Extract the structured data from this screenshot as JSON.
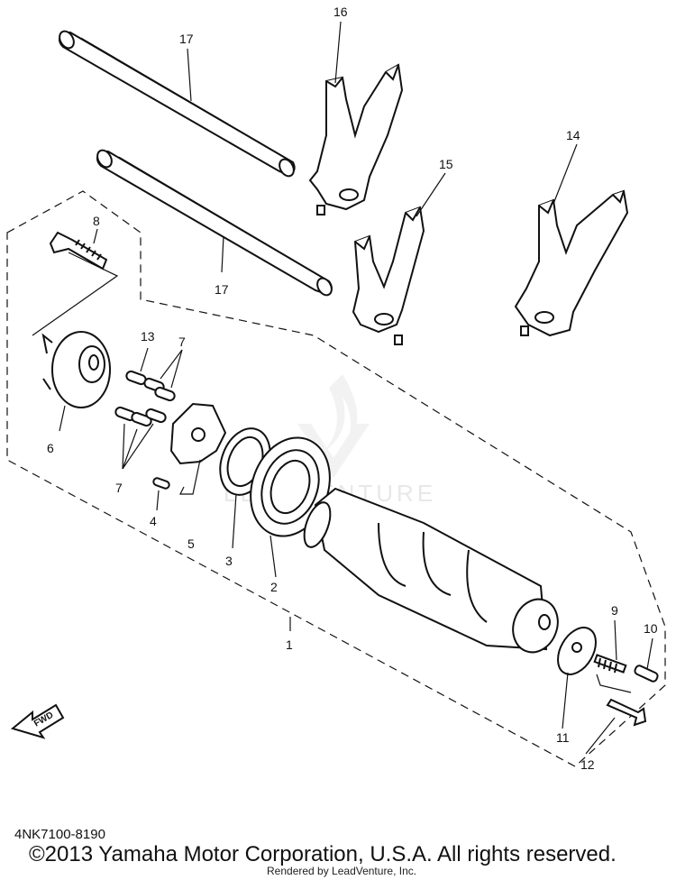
{
  "diagram": {
    "callouts": {
      "c1": "1",
      "c2": "2",
      "c3": "3",
      "c4": "4",
      "c5": "5",
      "c6": "6",
      "c7a": "7",
      "c7b": "7",
      "c8": "8",
      "c9": "9",
      "c10": "10",
      "c11": "11",
      "c12": "12",
      "c13": "13",
      "c14": "14",
      "c15": "15",
      "c16": "16",
      "c17a": "17",
      "c17b": "17"
    },
    "fwd_label": "FWD",
    "watermark": "LEADVENTURE"
  },
  "footer": {
    "part_number": "4NK7100-8190",
    "copyright": "©2013 Yamaha Motor Corporation, U.S.A. All rights reserved.",
    "rendered_by": "Rendered by LeadVenture, Inc."
  }
}
